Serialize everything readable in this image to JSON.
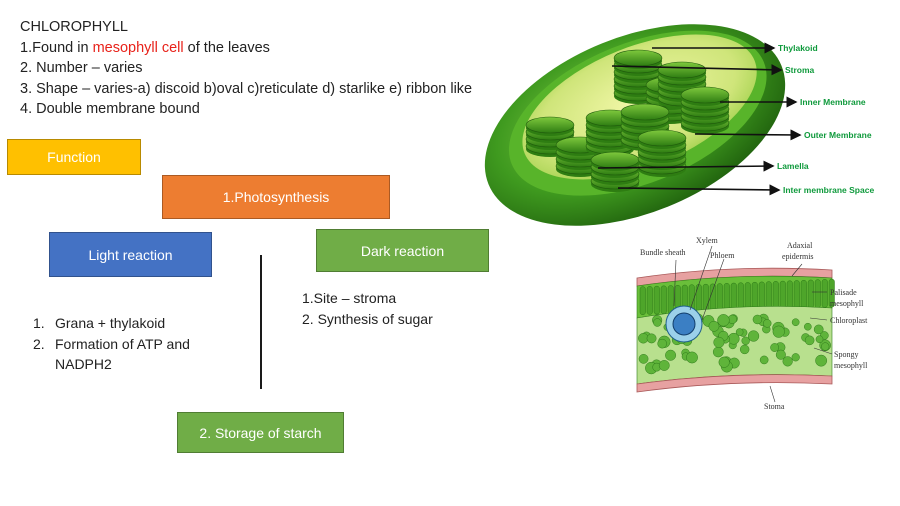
{
  "intro": {
    "title": "CHLOROPHYLL",
    "line1_pre": "1.Found in ",
    "line1_highlight": "mesophyll cell",
    "line1_post": " of the leaves",
    "line2": "2. Number – varies",
    "line3": "3. Shape – varies-a) discoid b)oval c)reticulate d) starlike e) ribbon like",
    "line4": "4. Double membrane bound"
  },
  "boxes": {
    "function": "Function",
    "photosynthesis": "1.Photosynthesis",
    "light": "Light reaction",
    "dark": "Dark reaction",
    "storage": "2. Storage of starch"
  },
  "light_list": [
    {
      "num": "1.",
      "text": "Grana + thylakoid"
    },
    {
      "num": "2.",
      "text": "Formation of ATP and NADPH2"
    }
  ],
  "dark_list": [
    "1.Site – stroma",
    "2. Synthesis of sugar"
  ],
  "chloroplast_labels": [
    "Thylakoid",
    "Stroma",
    "Inner Membrane",
    "Outer Membrane",
    "Lamella",
    "Inter membrane Space"
  ],
  "leaf_labels": {
    "xylem": "Xylem",
    "bundle_sheath": "Bundle sheath",
    "phloem": "Phloem",
    "adaxial": "Adaxial",
    "epidermis": "epidermis",
    "palisade": "Palisade",
    "palisade2": "mesophyll",
    "chloroplast": "Chloroplast",
    "spongy": "Spongy",
    "spongy2": "mesophyll",
    "stoma": "Stoma"
  },
  "colors": {
    "highlight": "#e8221a",
    "function": "#ffc000",
    "photosynthesis": "#ed7d31",
    "light": "#4472c4",
    "green_box": "#70ad47",
    "label_green": "#0f9a3c"
  }
}
